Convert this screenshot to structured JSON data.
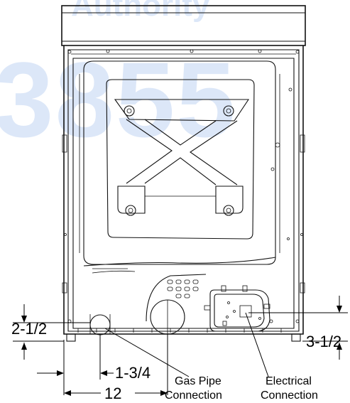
{
  "watermark": {
    "top_text": "Authority",
    "number": "3855",
    "color": "#2f6fd6"
  },
  "dimensions": {
    "left_height": "2-1/2",
    "right_height": "3-1/2",
    "offset": "1-3/4",
    "width": "12"
  },
  "connections": {
    "gas": {
      "line1": "Gas Pipe",
      "line2": "Connection"
    },
    "electrical": {
      "line1": "Electrical",
      "line2": "Connection"
    }
  }
}
